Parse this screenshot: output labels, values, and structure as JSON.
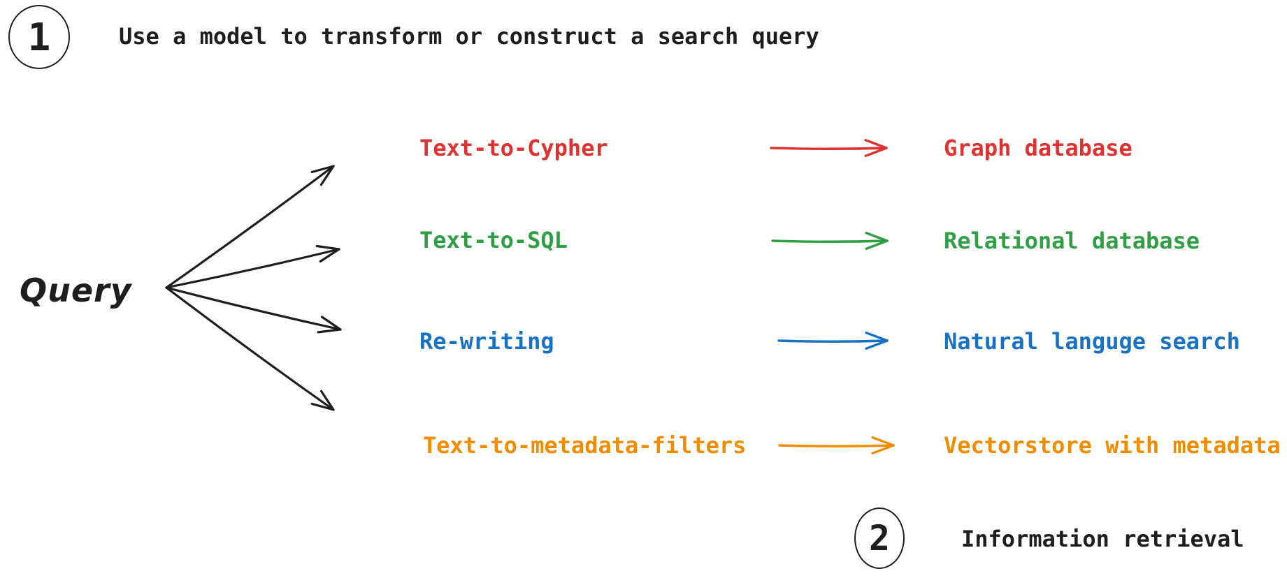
{
  "steps": [
    {
      "number": "1",
      "label": "Use a model to transform or construct a search query"
    },
    {
      "number": "2",
      "label": "Information retrieval"
    }
  ],
  "source": {
    "label": "Query"
  },
  "colors": {
    "ink": "#1e1e1e",
    "red": "#e03131",
    "green": "#2f9e44",
    "blue": "#1971c2",
    "orange": "#f08c00"
  },
  "routes": [
    {
      "method": "Text-to-Cypher",
      "target": "Graph database",
      "color": "#e03131"
    },
    {
      "method": "Text-to-SQL",
      "target": "Relational database",
      "color": "#2f9e44"
    },
    {
      "method": "Re-writing",
      "target": "Natural languge search",
      "color": "#1971c2"
    },
    {
      "method": "Text-to-metadata-filters",
      "target": "Vectorstore with metadata",
      "color": "#f08c00"
    }
  ]
}
